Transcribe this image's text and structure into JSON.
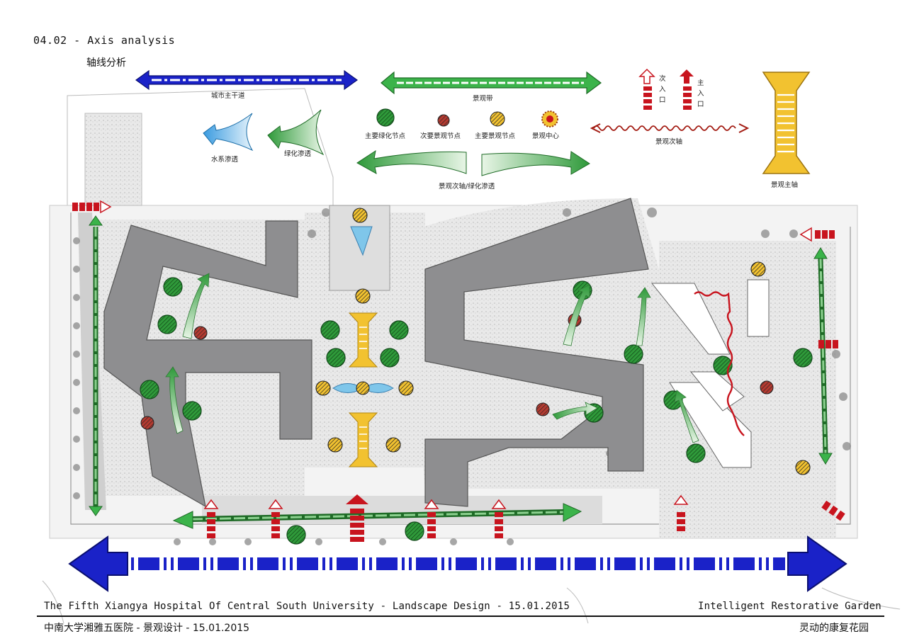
{
  "header": {
    "title_en": "04.02 - Axis analysis",
    "title_cn": "轴线分析"
  },
  "legend": {
    "main_road": "城市主干道",
    "landscape_belt": "景观带",
    "secondary_entrance": "次入口",
    "main_entrance": "主入口",
    "main_axis": "景观主轴",
    "water_penetration": "水系渗透",
    "green_penetration": "绿化渗透",
    "green_node": "主要绿化节点",
    "secondary_node": "次要景观节点",
    "main_node": "主要景观节点",
    "center": "景观中心",
    "secondary_axis": "景观次轴",
    "secondary_axis_green": "景观次轴/绿化渗透"
  },
  "footer": {
    "left_en": "The Fifth Xiangya Hospital Of Central South University - Landscape Design - 15.01.2015",
    "right_en": "Intelligent Restorative Garden",
    "left_cn": "中南大学湘雅五医院 - 景观设计 - 15.01.2015",
    "right_cn": "灵动的康复花园"
  },
  "colors": {
    "road_blue": "#1a22c8",
    "green": "#3bb34a",
    "red": "#c8141e",
    "yellow": "#f2c230",
    "building": "#8e8e90",
    "water": "#7fc6ea"
  }
}
